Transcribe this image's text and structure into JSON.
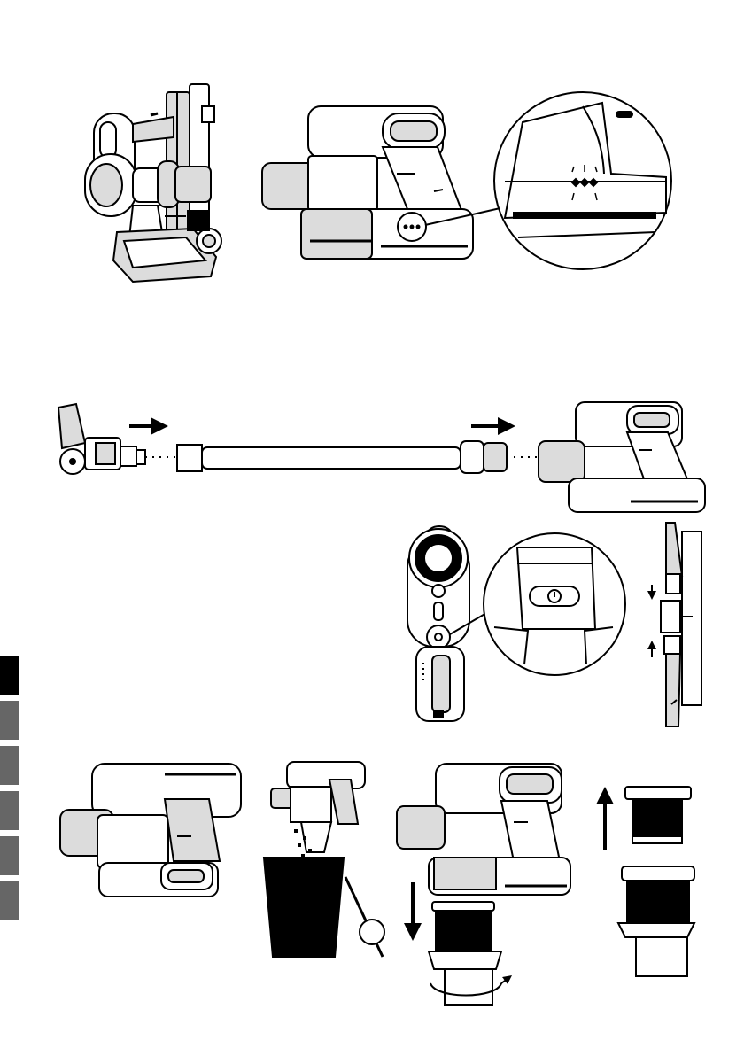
{
  "page": {
    "background": "#ffffff",
    "ink": "#000000",
    "light_fill": "#dcdcdc",
    "mid_fill": "#bdbdbd",
    "tab_active": "#000000",
    "tab_inactive": "#666666"
  },
  "section_tabs": [
    {
      "active": true
    },
    {
      "active": false
    },
    {
      "active": false
    },
    {
      "active": false
    },
    {
      "active": false
    },
    {
      "active": false
    }
  ],
  "illustrations": [
    {
      "id": "docked-on-stand",
      "icon": "vacuum-on-charging-dock"
    },
    {
      "id": "charging-indicator",
      "icon": "three-led-indicator-zoom"
    },
    {
      "id": "tube-assembly",
      "icon": "floor-head-tube-handheld-arrows"
    },
    {
      "id": "power-button",
      "icon": "power-button-zoom"
    },
    {
      "id": "crevice-tool",
      "icon": "tool-attach-arrows"
    },
    {
      "id": "dust-bin-empty",
      "icon": "bin-emptying"
    },
    {
      "id": "filter-removal",
      "icon": "filter-twist-lift"
    }
  ]
}
